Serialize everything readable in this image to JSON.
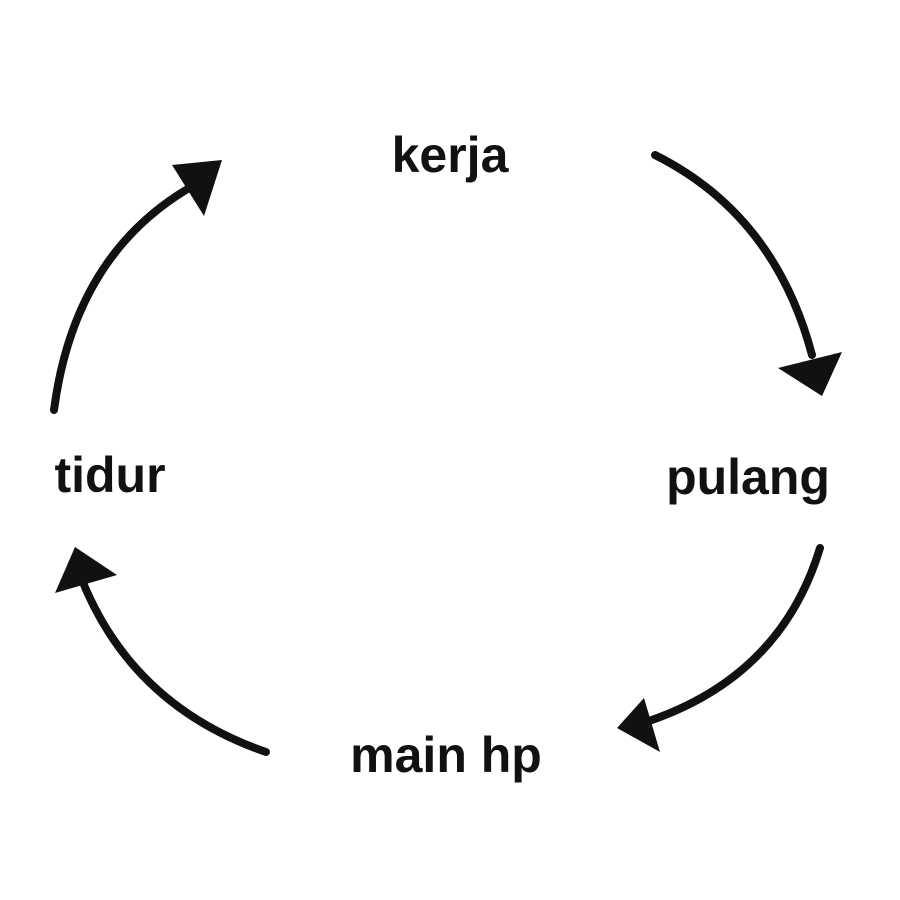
{
  "diagram": {
    "stroke_color": "#111111",
    "background": "#ffffff",
    "nodes": [
      {
        "id": "top",
        "label": "kerja"
      },
      {
        "id": "right",
        "label": "pulang"
      },
      {
        "id": "bottom",
        "label": "main hp"
      },
      {
        "id": "left",
        "label": "tidur"
      }
    ],
    "edges": [
      {
        "from": "kerja",
        "to": "pulang",
        "icon": "curved-arrow-icon"
      },
      {
        "from": "pulang",
        "to": "main hp",
        "icon": "curved-arrow-icon"
      },
      {
        "from": "main hp",
        "to": "tidur",
        "icon": "curved-arrow-icon"
      },
      {
        "from": "tidur",
        "to": "kerja",
        "icon": "curved-arrow-icon"
      }
    ]
  }
}
